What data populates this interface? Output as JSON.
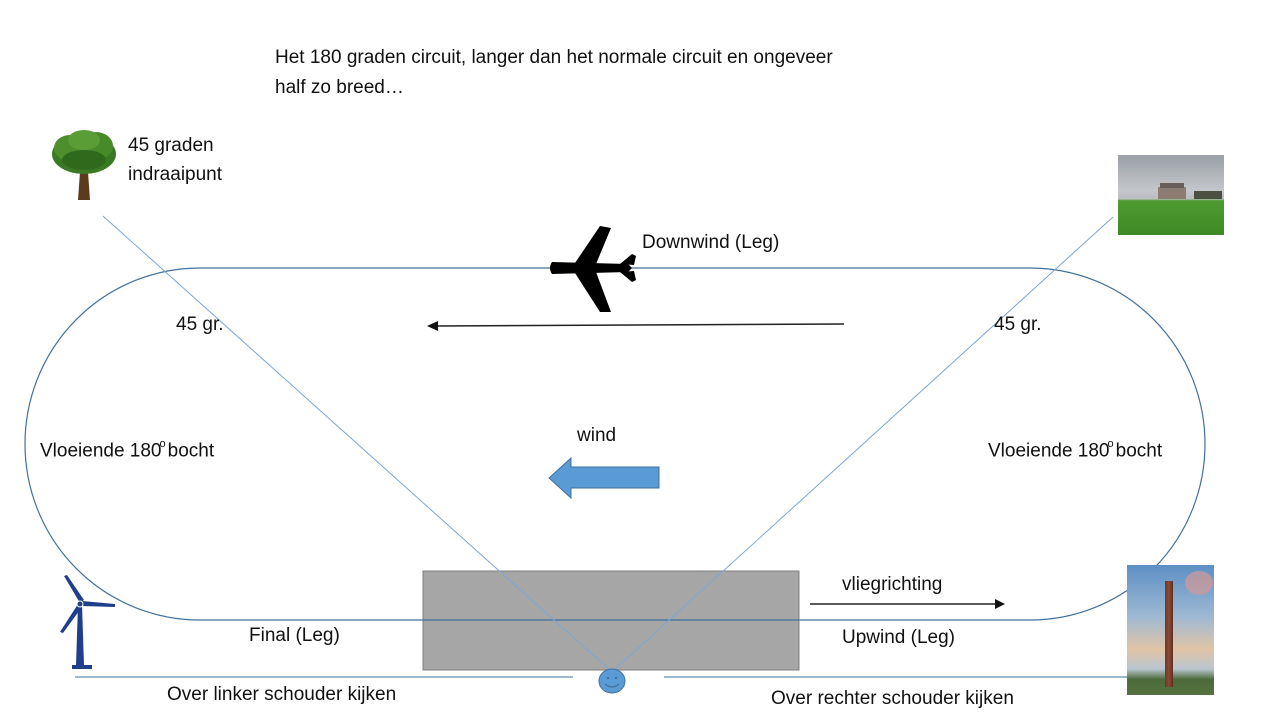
{
  "title": {
    "line1": "Het 180 graden circuit, langer dan het normale circuit en ongeveer",
    "line2": "half zo breed…"
  },
  "landmarks": {
    "tree": {
      "icon": "tree-icon",
      "label_line1": "45 graden",
      "label_line2": "indraaipunt"
    },
    "farmhouse": {
      "icon": "farmhouse-photo"
    },
    "wind_turbine": {
      "icon": "wind-turbine-icon"
    },
    "chimney": {
      "icon": "chimney-photo"
    }
  },
  "legs": {
    "downwind": "Downwind (Leg)",
    "final": "Final (Leg)",
    "upwind": "Upwind (Leg)"
  },
  "angles": {
    "left": "45 gr.",
    "right": "45 gr."
  },
  "turns": {
    "left_prefix": "Vloeiende 180",
    "left_suffix": "bocht",
    "right_prefix": "Vloeiende 180",
    "right_suffix": "bocht",
    "degree_symbol": "o"
  },
  "wind": {
    "label": "wind",
    "icon": "wind-arrow-icon"
  },
  "flight_direction": {
    "label": "vliegrichting"
  },
  "observer": {
    "icon": "smiley-icon",
    "left_label": "Over linker schouder kijken",
    "right_label": "Over rechter schouder kijken"
  },
  "colors": {
    "circuit_line": "#41719c",
    "sight_line": "#7aa7d6",
    "runway_fill": "#a6a6a6",
    "runway_border": "#7f7f7f",
    "wind_arrow": "#5b9bd5",
    "turbine": "#1f3f8c",
    "text": "#111111"
  }
}
